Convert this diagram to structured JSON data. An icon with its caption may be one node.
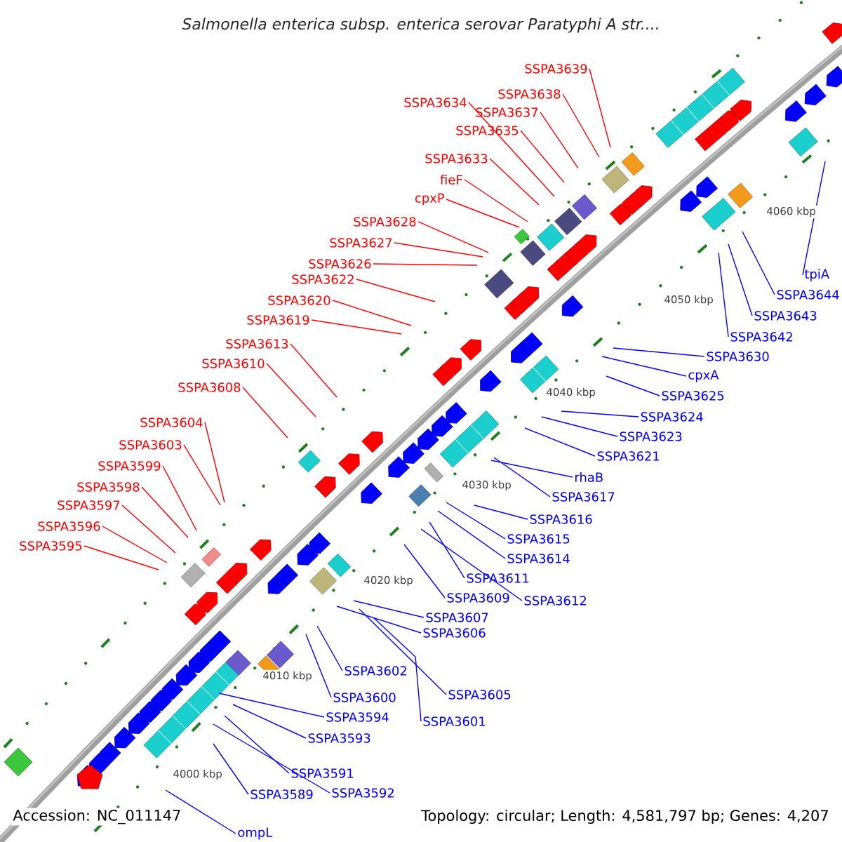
{
  "diagram": {
    "title": "Salmonella enterica subsp. enterica serovar Paratyphi A str....",
    "nodes": [
      {
        "text": [
          "SSPA3639"
        ]
      },
      {
        "text": [
          "SSPA3638"
        ]
      },
      {
        "text": [
          "SSPA3634"
        ]
      },
      {
        "text": [
          "SSPA3637"
        ]
      },
      {
        "text": [
          "SSPA3635"
        ]
      },
      {
        "text": [
          "SSPA3633"
        ]
      },
      {
        "text": [
          "fieF"
        ]
      },
      {
        "text": [
          "cpxP"
        ]
      },
      {
        "text": [
          "SSPA3628"
        ]
      },
      {
        "text": [
          "SSPA3627"
        ]
      },
      {
        "text": [
          "SSPA3626"
        ]
      },
      {
        "text": [
          "SSPA3622"
        ]
      },
      {
        "text": [
          "SSPA3620"
        ]
      },
      {
        "text": [
          "SSPA3619"
        ]
      },
      {
        "text": [
          "SSPA3613"
        ]
      },
      {
        "text": [
          "SSPA3610"
        ]
      },
      {
        "text": [
          "SSPA3608"
        ]
      },
      {
        "text": [
          "SSPA3604"
        ]
      },
      {
        "text": [
          "SSPA3603"
        ]
      },
      {
        "text": [
          "SSPA3599"
        ]
      },
      {
        "text": [
          "SSPA3598"
        ]
      },
      {
        "text": [
          "SSPA3597"
        ]
      },
      {
        "text": [
          "SSPA3596"
        ]
      },
      {
        "text": [
          "SSPA3595"
        ]
      },
      {
        "text": [
          "tpiA"
        ]
      },
      {
        "text": [
          "SSPA3644"
        ]
      },
      {
        "text": [
          "SSPA3643"
        ]
      },
      {
        "text": [
          "SSPA3642"
        ]
      },
      {
        "text": [
          "SSPA3630"
        ]
      },
      {
        "text": [
          "cpxA"
        ]
      },
      {
        "text": [
          "SSPA3625"
        ]
      },
      {
        "text": [
          "SSPA3624"
        ]
      },
      {
        "text": [
          "SSPA3623"
        ]
      },
      {
        "text": [
          "SSPA3621"
        ]
      },
      {
        "text": [
          "rhaB"
        ]
      },
      {
        "text": [
          "SSPA3617"
        ]
      },
      {
        "text": [
          "SSPA3616"
        ]
      },
      {
        "text": [
          "SSPA3615"
        ]
      },
      {
        "text": [
          "SSPA3614"
        ]
      },
      {
        "text": [
          "SSPA3611"
        ]
      },
      {
        "text": [
          "SSPA3609"
        ]
      },
      {
        "text": [
          "SSPA3612"
        ]
      },
      {
        "text": [
          "SSPA3607"
        ]
      },
      {
        "text": [
          "SSPA3606"
        ]
      },
      {
        "text": [
          "SSPA3602"
        ]
      },
      {
        "text": [
          "SSPA3605"
        ]
      },
      {
        "text": [
          "SSPA3600"
        ]
      },
      {
        "text": [
          "SSPA3601"
        ]
      },
      {
        "text": [
          "SSPA3594"
        ]
      },
      {
        "text": [
          "SSPA3593"
        ]
      },
      {
        "text": [
          "SSPA3591"
        ]
      },
      {
        "text": [
          "SSPA3592"
        ]
      },
      {
        "text": [
          "SSPA3589"
        ]
      },
      {
        "text": [
          "ompL"
        ]
      }
    ],
    "edges": [
      {
        "from": 0,
        "to": null,
        "arrow": "none",
        "color": "#ff0000"
      },
      {
        "from": 1,
        "to": null,
        "arrow": "none",
        "color": "#ff0000"
      },
      {
        "from": 2,
        "to": null,
        "arrow": "none",
        "color": "#ff0000"
      },
      {
        "from": 3,
        "to": null,
        "arrow": "none",
        "color": "#ff0000"
      },
      {
        "from": 4,
        "to": null,
        "arrow": "none",
        "color": "#ff0000"
      },
      {
        "from": 5,
        "to": null,
        "arrow": "none",
        "color": "#ff0000"
      },
      {
        "from": 6,
        "to": null,
        "arrow": "none",
        "color": "#ff0000"
      },
      {
        "from": 7,
        "to": null,
        "arrow": "none",
        "color": "#ff0000"
      },
      {
        "from": 8,
        "to": null,
        "arrow": "none",
        "color": "#ff0000"
      },
      {
        "from": 9,
        "to": null,
        "arrow": "none",
        "color": "#ff0000"
      },
      {
        "from": 10,
        "to": null,
        "arrow": "none",
        "color": "#ff0000"
      },
      {
        "from": 11,
        "to": null,
        "arrow": "none",
        "color": "#ff0000"
      },
      {
        "from": 12,
        "to": null,
        "arrow": "none",
        "color": "#ff0000"
      },
      {
        "from": 13,
        "to": null,
        "arrow": "none",
        "color": "#ff0000"
      },
      {
        "from": 14,
        "to": null,
        "arrow": "none",
        "color": "#ff0000"
      },
      {
        "from": 15,
        "to": null,
        "arrow": "none",
        "color": "#ff0000"
      },
      {
        "from": 16,
        "to": null,
        "arrow": "none",
        "color": "#ff0000"
      },
      {
        "from": 17,
        "to": null,
        "arrow": "none",
        "color": "#ff0000"
      },
      {
        "from": 18,
        "to": null,
        "arrow": "none",
        "color": "#ff0000"
      },
      {
        "from": 19,
        "to": null,
        "arrow": "none",
        "color": "#ff0000"
      },
      {
        "from": 20,
        "to": null,
        "arrow": "none",
        "color": "#ff0000"
      },
      {
        "from": 21,
        "to": null,
        "arrow": "none",
        "color": "#ff0000"
      },
      {
        "from": 22,
        "to": null,
        "arrow": "none",
        "color": "#ff0000"
      },
      {
        "from": 23,
        "to": null,
        "arrow": "none",
        "color": "#ff0000"
      },
      {
        "from": 24,
        "to": null,
        "arrow": "none"
      },
      {
        "from": 25,
        "to": null,
        "arrow": "none"
      },
      {
        "from": 26,
        "to": null,
        "arrow": "none"
      },
      {
        "from": 27,
        "to": null,
        "arrow": "none"
      },
      {
        "from": 28,
        "to": null,
        "arrow": "none"
      },
      {
        "from": 29,
        "to": null,
        "arrow": "none"
      },
      {
        "from": 30,
        "to": null,
        "arrow": "none"
      },
      {
        "from": 31,
        "to": null,
        "arrow": "none"
      },
      {
        "from": 32,
        "to": null,
        "arrow": "none"
      },
      {
        "from": 33,
        "to": null,
        "arrow": "none"
      },
      {
        "from": 34,
        "to": null,
        "arrow": "none"
      },
      {
        "from": 35,
        "to": null,
        "arrow": "none"
      },
      {
        "from": 36,
        "to": null,
        "arrow": "none"
      },
      {
        "from": 37,
        "to": null,
        "arrow": "none"
      },
      {
        "from": 38,
        "to": null,
        "arrow": "none"
      },
      {
        "from": 39,
        "to": null,
        "arrow": "none"
      },
      {
        "from": 40,
        "to": null,
        "arrow": "none"
      },
      {
        "from": 41,
        "to": null,
        "arrow": "none"
      },
      {
        "from": 42,
        "to": null,
        "arrow": "none"
      },
      {
        "from": 43,
        "to": null,
        "arrow": "none"
      },
      {
        "from": 44,
        "to": null,
        "arrow": "none"
      },
      {
        "from": 45,
        "to": null,
        "arrow": "none"
      },
      {
        "from": 46,
        "to": null,
        "arrow": "none"
      },
      {
        "from": 47,
        "to": null,
        "arrow": "none"
      },
      {
        "from": 48,
        "to": null,
        "arrow": "none"
      },
      {
        "from": 49,
        "to": null,
        "arrow": "none"
      },
      {
        "from": 50,
        "to": null,
        "arrow": "none"
      },
      {
        "from": 51,
        "to": null,
        "arrow": "none"
      },
      {
        "from": 52,
        "to": null,
        "arrow": "none"
      },
      {
        "from": 53,
        "to": null,
        "arrow": "none"
      }
    ],
    "labels": [
      "4000 kbp",
      "4010 kbp",
      "4020 kbp",
      "4030 kbp",
      "4040 kbp",
      "4050 kbp",
      "4060 kbp",
      "Accession: NC_011147",
      "Topology: circular; Length: 4,581,797 bp; Genes: 4,207"
    ]
  }
}
